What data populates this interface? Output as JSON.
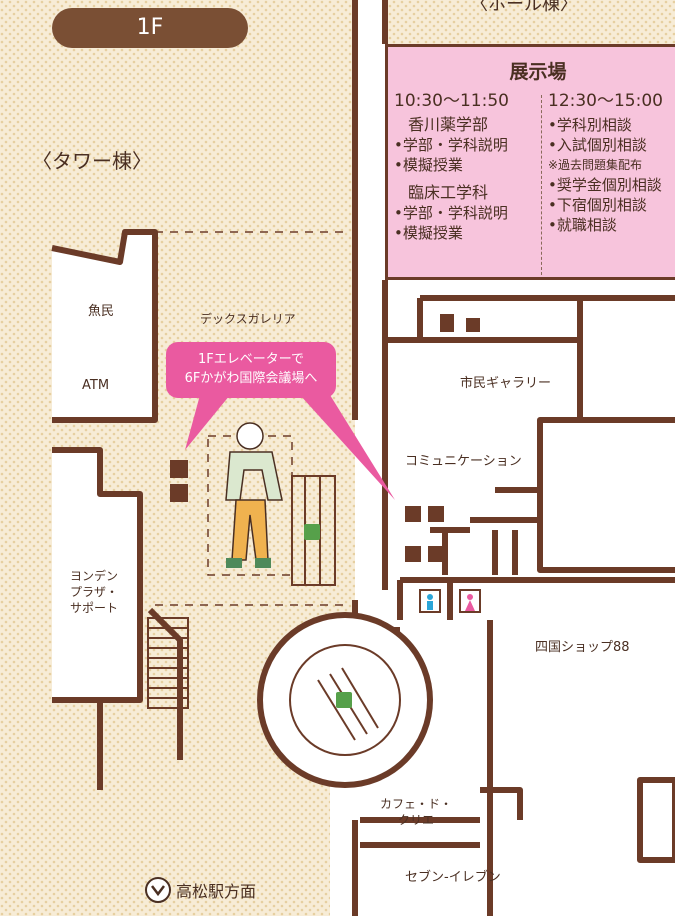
{
  "floor": "1F",
  "hall_label": "〈ホール棟〉",
  "tower_label": "〈タワー棟〉",
  "exhibit": {
    "title": "展示場",
    "morning_time": "10:30〜11:50",
    "afternoon_time": "12:30〜15:00",
    "pharmacy_dept": "香川薬学部",
    "pharmacy_items": [
      "•学部・学科説明",
      "•模擬授業"
    ],
    "clinical_dept": "臨床工学科",
    "clinical_items": [
      "•学部・学科説明",
      "•模擬授業"
    ],
    "afternoon_items": [
      "•学科別相談",
      "•入試個別相談",
      "※過去問題集配布",
      "•奨学金個別相談",
      "•下宿個別相談",
      "•就職相談"
    ]
  },
  "callout": {
    "line1": "1Fエレベーターで",
    "line2": "6Fかがわ国際会議場へ"
  },
  "rooms": {
    "uotami": "魚民",
    "atm": "ATM",
    "deck_galleria": "デックスガレリア",
    "citizen_gallery": "市民ギャラリー",
    "communication": "コミュニケーション",
    "yonden_1": "ヨンデン",
    "yonden_2": "プラザ・",
    "yonden_3": "サポート",
    "shikoku_shop": "四国ショップ88",
    "cafe_1": "カフェ・ド・",
    "cafe_2": "クリエ",
    "seven_eleven": "セブン-イレブン"
  },
  "station_label": "高松駅方面",
  "colors": {
    "wall": "#6b3b28",
    "background": "#f7ecd6",
    "exhibit_fill": "#f7c4dc",
    "callout_fill": "#ea5aa0",
    "floor_badge": "#7a4f34"
  }
}
